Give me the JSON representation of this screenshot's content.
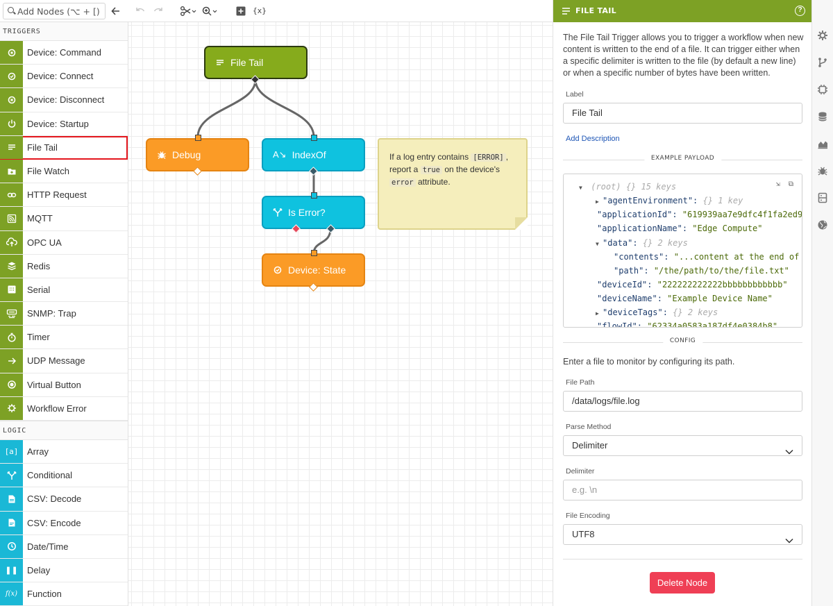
{
  "toolbar": {
    "search_placeholder": "Add Nodes (⌥ + [)",
    "icons": [
      "back-icon",
      "undo-icon",
      "redo-icon",
      "scissors-icon",
      "zoom-icon",
      "add-icon",
      "variables-icon"
    ],
    "variables_label": "{x}"
  },
  "palette": {
    "triggers_header": "TRIGGERS",
    "triggers": [
      {
        "label": "Device: Command",
        "icon": "device-command-icon"
      },
      {
        "label": "Device: Connect",
        "icon": "device-connect-icon"
      },
      {
        "label": "Device: Disconnect",
        "icon": "device-disconnect-icon"
      },
      {
        "label": "Device: Startup",
        "icon": "power-icon"
      },
      {
        "label": "File Tail",
        "icon": "lines-icon",
        "selected": true
      },
      {
        "label": "File Watch",
        "icon": "folder-icon"
      },
      {
        "label": "HTTP Request",
        "icon": "link-icon"
      },
      {
        "label": "MQTT",
        "icon": "mqtt-icon"
      },
      {
        "label": "OPC UA",
        "icon": "cloud-upload-icon"
      },
      {
        "label": "Redis",
        "icon": "layers-icon"
      },
      {
        "label": "Serial",
        "icon": "serial-icon"
      },
      {
        "label": "SNMP: Trap",
        "icon": "snmp-icon"
      },
      {
        "label": "Timer",
        "icon": "stopwatch-icon"
      },
      {
        "label": "UDP Message",
        "icon": "arrow-right-icon"
      },
      {
        "label": "Virtual Button",
        "icon": "radio-button-icon"
      },
      {
        "label": "Workflow Error",
        "icon": "gear-alert-icon"
      }
    ],
    "logic_header": "LOGIC",
    "logic": [
      {
        "label": "Array",
        "icon": "array-icon",
        "glyph": "[a]"
      },
      {
        "label": "Conditional",
        "icon": "branch-icon"
      },
      {
        "label": "CSV: Decode",
        "icon": "csv-decode-icon"
      },
      {
        "label": "CSV: Encode",
        "icon": "csv-encode-icon"
      },
      {
        "label": "Date/Time",
        "icon": "clock-icon"
      },
      {
        "label": "Delay",
        "icon": "pause-icon",
        "glyph": "❚❚"
      },
      {
        "label": "Function",
        "icon": "function-icon",
        "glyph": "f(x)"
      }
    ]
  },
  "canvas": {
    "nodes": {
      "file_tail": "File Tail",
      "debug": "Debug",
      "indexof": "IndexOf",
      "is_error": "Is Error?",
      "device_state": "Device: State"
    },
    "note": {
      "line1_pre": "If a log entry contains",
      "code1": "[ERROR]",
      "line1_post": ",",
      "line2_pre": "report a",
      "code2": "true",
      "line2_post": "on the device's",
      "code3": "error",
      "line3_post": "attribute."
    }
  },
  "panel": {
    "title": "FILE TAIL",
    "help": "?",
    "description": "The File Tail Trigger allows you to trigger a workflow when new content is written to the end of a file. It can trigger either when a specific delimiter is written to the file (by default a new line) or when a specific number of bytes have been written.",
    "label_label": "Label",
    "label_value": "File Tail",
    "add_description": "Add Description",
    "example_payload_header": "EXAMPLE PAYLOAD",
    "payload": {
      "root_label": "(root)",
      "root_meta": "{}  15 keys",
      "agent_key": "\"agentEnvironment\":",
      "agent_meta": "{}  1 key",
      "appid_key": "\"applicationId\":",
      "appid_val": "\"619939aa7e9dfc4f1fa2ed9",
      "appname_key": "\"applicationName\":",
      "appname_val": "\"Edge Compute\"",
      "data_key": "\"data\":",
      "data_meta": "{}  2 keys",
      "contents_key": "\"contents\":",
      "contents_val": "\"...content at the end of",
      "path_key": "\"path\":",
      "path_val": "\"/the/path/to/the/file.txt\"",
      "deviceid_key": "\"deviceId\":",
      "deviceid_val": "\"222222222222bbbbbbbbbbbb\"",
      "devicename_key": "\"deviceName\":",
      "devicename_val": "\"Example Device Name\"",
      "devicetags_key": "\"deviceTags\":",
      "devicetags_meta": "{}  2 keys",
      "flowid_key": "\"flowId\":",
      "flowid_val": "\"62334a0583a187df4e0384b8\""
    },
    "config_header": "CONFIG",
    "config_text": "Enter a file to monitor by configuring its path.",
    "file_path_label": "File Path",
    "file_path_value": "/data/logs/file.log",
    "parse_method_label": "Parse Method",
    "parse_method_value": "Delimiter",
    "delimiter_label": "Delimiter",
    "delimiter_placeholder": "e.g. \\n",
    "file_encoding_label": "File Encoding",
    "file_encoding_value": "UTF8",
    "delete_button": "Delete Node"
  },
  "rail": {
    "icons": [
      "gear-icon",
      "branch-icon",
      "chip-icon",
      "database-icon",
      "chart-icon",
      "bug-icon",
      "storage-icon",
      "globe-icon"
    ]
  },
  "colors": {
    "trigger_green": "#7da125",
    "logic_blue": "#1ab8d6",
    "debug_orange": "#fb9b26",
    "node_cyan": "#0fc2df",
    "delete_red": "#ef3f55",
    "selection_red": "#e4161d"
  }
}
